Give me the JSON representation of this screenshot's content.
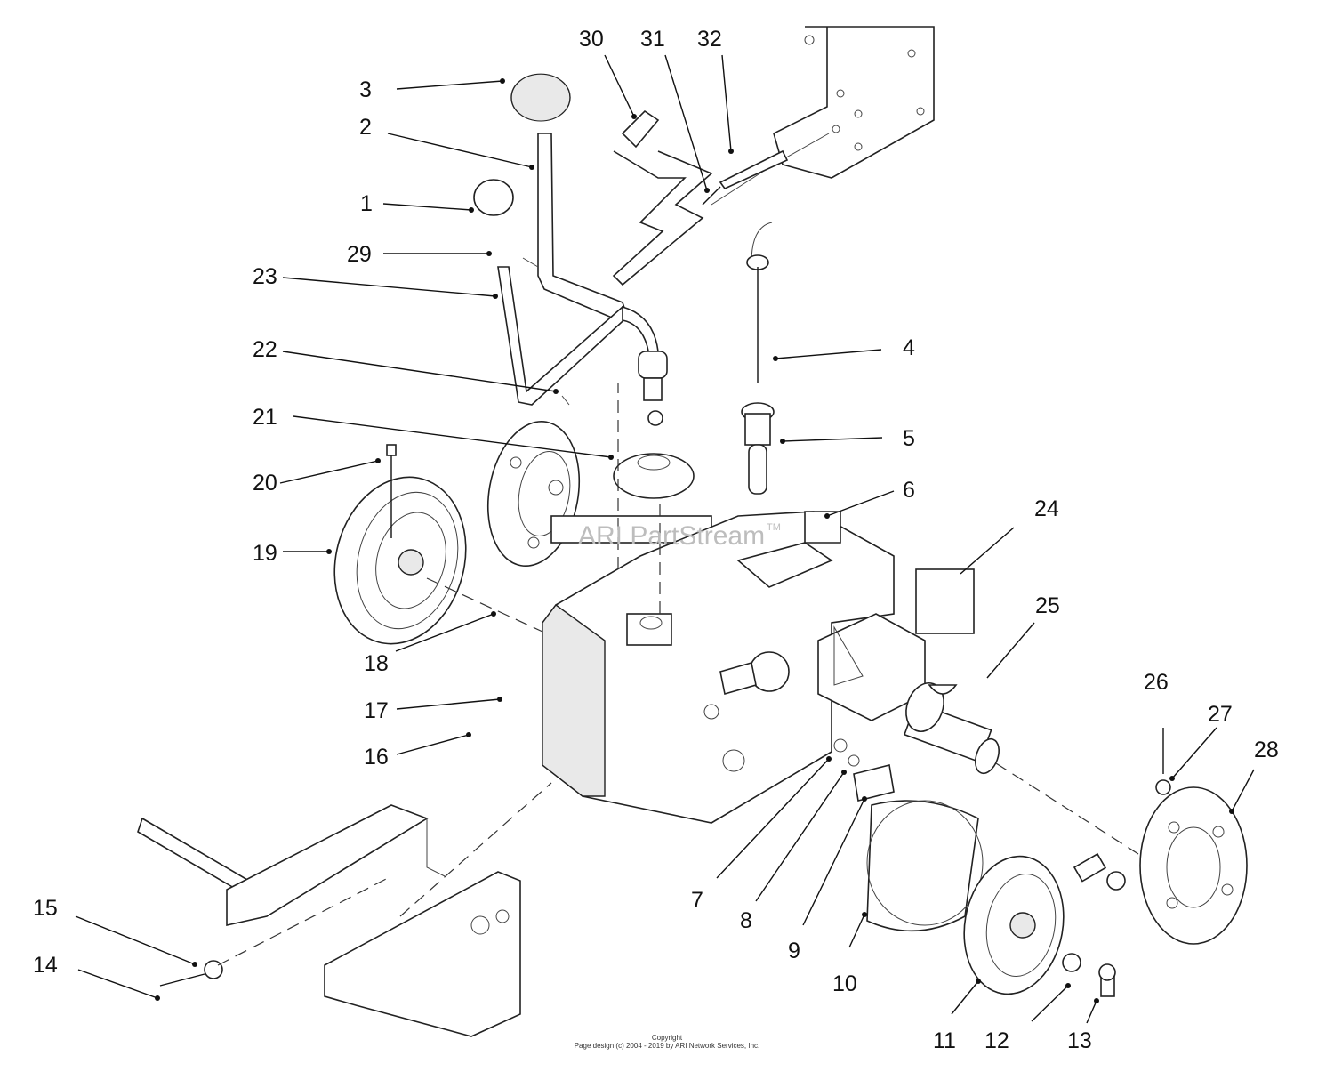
{
  "callouts": [
    "1",
    "2",
    "3",
    "4",
    "5",
    "6",
    "7",
    "8",
    "9",
    "10",
    "11",
    "12",
    "13",
    "14",
    "15",
    "16",
    "17",
    "18",
    "19",
    "20",
    "21",
    "22",
    "23",
    "24",
    "25",
    "26",
    "27",
    "28",
    "29",
    "30",
    "31",
    "32"
  ],
  "watermark": {
    "text": "ARI PartStream",
    "tm": "TM"
  },
  "copyright": {
    "line1": "Copyright",
    "line2": "Page design (c) 2004 - 2019 by ARI Network Services, Inc."
  }
}
